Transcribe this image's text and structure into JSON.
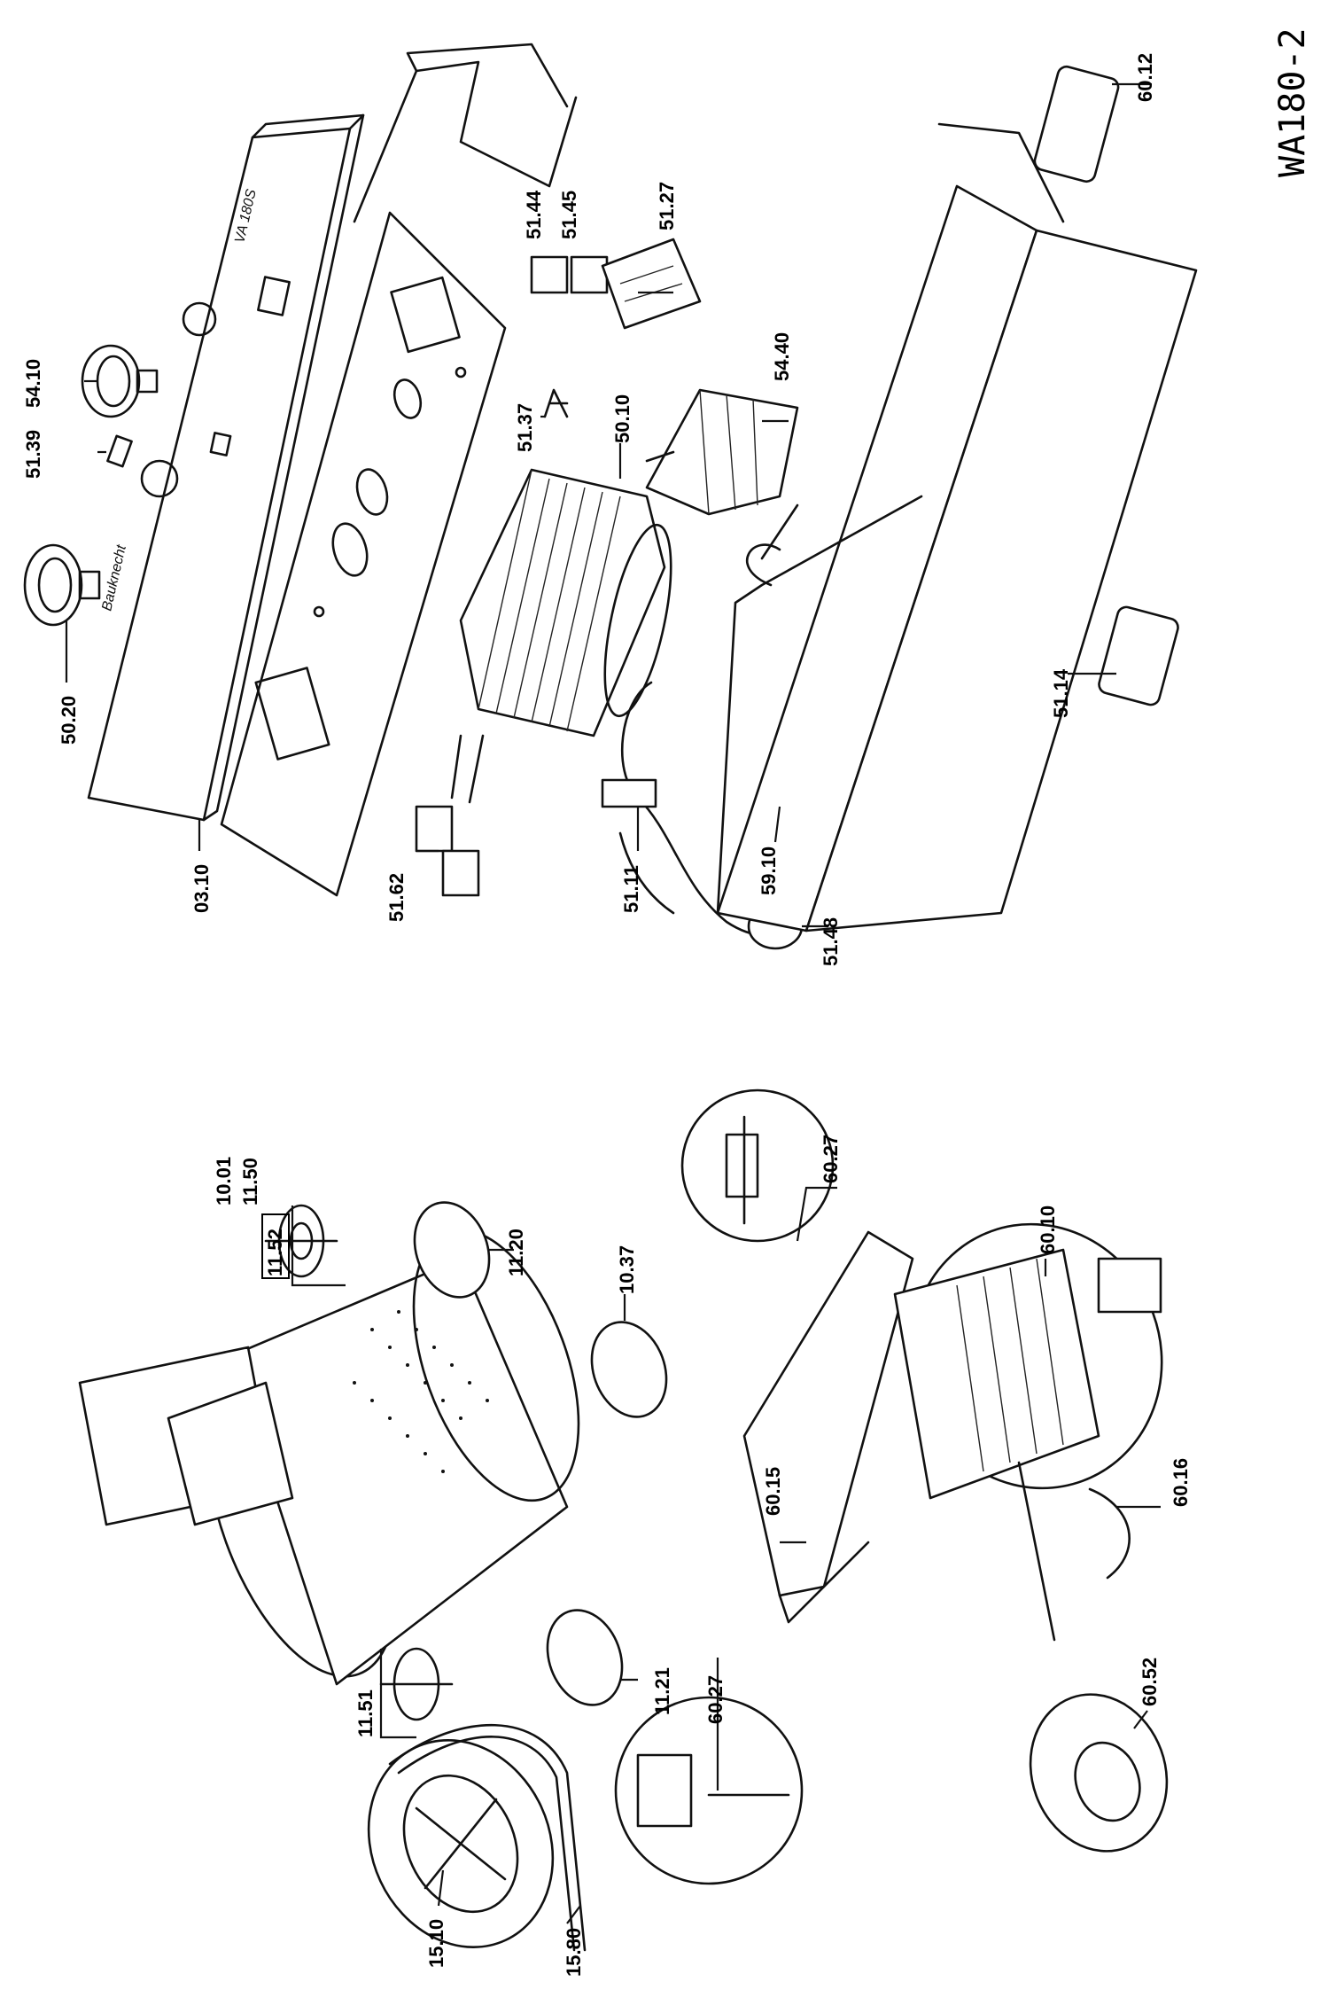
{
  "drawing_code": "WA180-2",
  "panel_marks": {
    "model_text": "VA 180S",
    "brand_text": "Bauknecht"
  },
  "labels": {
    "p0310": "03.10",
    "p5020": "50.20",
    "p5139": "51.39",
    "p5410": "54.10",
    "p5162": "51.62",
    "p5137": "51.37",
    "p5010": "50.10",
    "p5144": "51.44",
    "p5145": "51.45",
    "p5127": "51.27",
    "p5440": "54.40",
    "p5111": "51.11",
    "p5148": "51.48",
    "p5910": "59.10",
    "p5114": "51.14",
    "p6012": "60.12",
    "p1001": "10.01",
    "p1150": "11.50",
    "p1152": "11.52",
    "p1120": "11.20",
    "p1037": "10.37",
    "p1151": "11.51",
    "p1121": "11.21",
    "p1510": "15.10",
    "p1580": "15.80",
    "p6027a": "60.27",
    "p6027b": "60.27",
    "p6015": "60.15",
    "p6010": "60.10",
    "p6016": "60.16",
    "p6052": "60.52"
  }
}
